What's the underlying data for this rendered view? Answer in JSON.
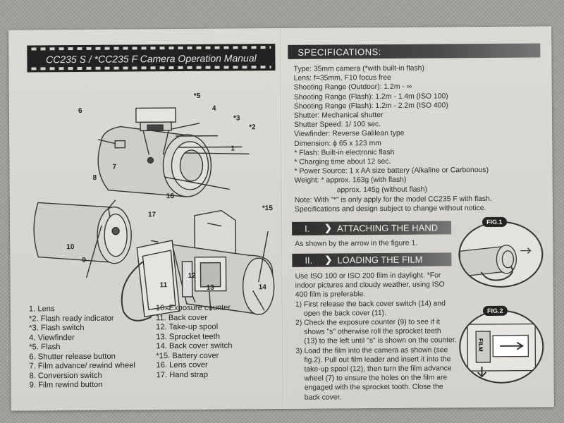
{
  "banner": {
    "title": "CC235 S / *CC235 F Camera Operation Manual"
  },
  "callouts": {
    "c1": "1",
    "c2": "*2",
    "c3": "*3",
    "c4": "4",
    "c5": "*5",
    "c6": "6",
    "c7": "7",
    "c8": "8",
    "c9": "9",
    "c10": "10",
    "c11": "11",
    "c12": "12",
    "c13": "13",
    "c14": "14",
    "c15": "*15",
    "c16": "16",
    "c17": "17"
  },
  "parts_left": [
    "1. Lens",
    "*2. Flash ready indicator",
    "*3. Flash switch",
    "4. Viewfinder",
    "*5. Flash",
    "6. Shutter release button",
    "7. Film advance/ rewind wheel",
    "8. Conversion switch",
    "9. Film rewind button"
  ],
  "parts_right": [
    "10. Exposure counter",
    "11. Back cover",
    "12. Take-up spool",
    "13. Sprocket teeth",
    "14. Back cover switch",
    "*15. Battery cover",
    "16. Lens cover",
    "17. Hand strap"
  ],
  "specifications": {
    "heading": "SPECIFICATIONS:",
    "lines": [
      "Type: 35mm camera (*with built-in flash)",
      "Lens: f=35mm, F10 focus free",
      "Shooting Range (Outdoor): 1.2m - ∞",
      "Shooting Range (Flash): 1.2m - 1.4m (ISO 100)",
      "Shooting Range (Flash): 1.2m - 2.2m (ISO 400)",
      "Shutter: Mechanical shutter",
      "Shutter Speed: 1/ 100 sec.",
      "Viewfinder: Reverse Galilean type",
      "Dimension: ϕ 65 x 123 mm",
      "* Flash: Built-in electronic flash",
      "* Charging time about 12 sec.",
      "* Power Source: 1 x AA size battery (Alkaline or Carbonous)",
      "Weight: * approx. 163g (with flash)",
      "approx. 145g (without flash)"
    ],
    "note_lines": [
      "Note: With \"*\" is only apply for the model CC235 F with flash.",
      "Specifications and design subject to change without notice."
    ]
  },
  "section1": {
    "number": "I.",
    "title": "ATTACHING THE HAND",
    "text": "As shown by the arrow in the figure 1."
  },
  "section2": {
    "number": "II.",
    "title": "LOADING THE FILM",
    "lines": [
      "Use ISO 100 or ISO 200 film in daylight. *For",
      "indoor pictures and cloudy weather, using ISO",
      "400 film is preferable.",
      "1) First release the back cover switch (14) and",
      "open the back cover (11).",
      "2) Check the exposure counter (9) to see if it",
      "shows \"s\" otherwise roll the sprocket teeth",
      "(13) to the left until \"s\" is shown on the counter.",
      "3) Load the film into the camera as shown (see",
      "fig.2). Pull out film leader and insert it into the",
      "take-up spool (12), then turn the film advance",
      "wheel (7) to ensure the holes on the film are",
      "engaged with the sprocket tooth. Close the",
      "back cover."
    ]
  },
  "figures": {
    "fig1_label": "FIG.1",
    "fig2_label": "FIG.2",
    "film_label": "FILM"
  }
}
